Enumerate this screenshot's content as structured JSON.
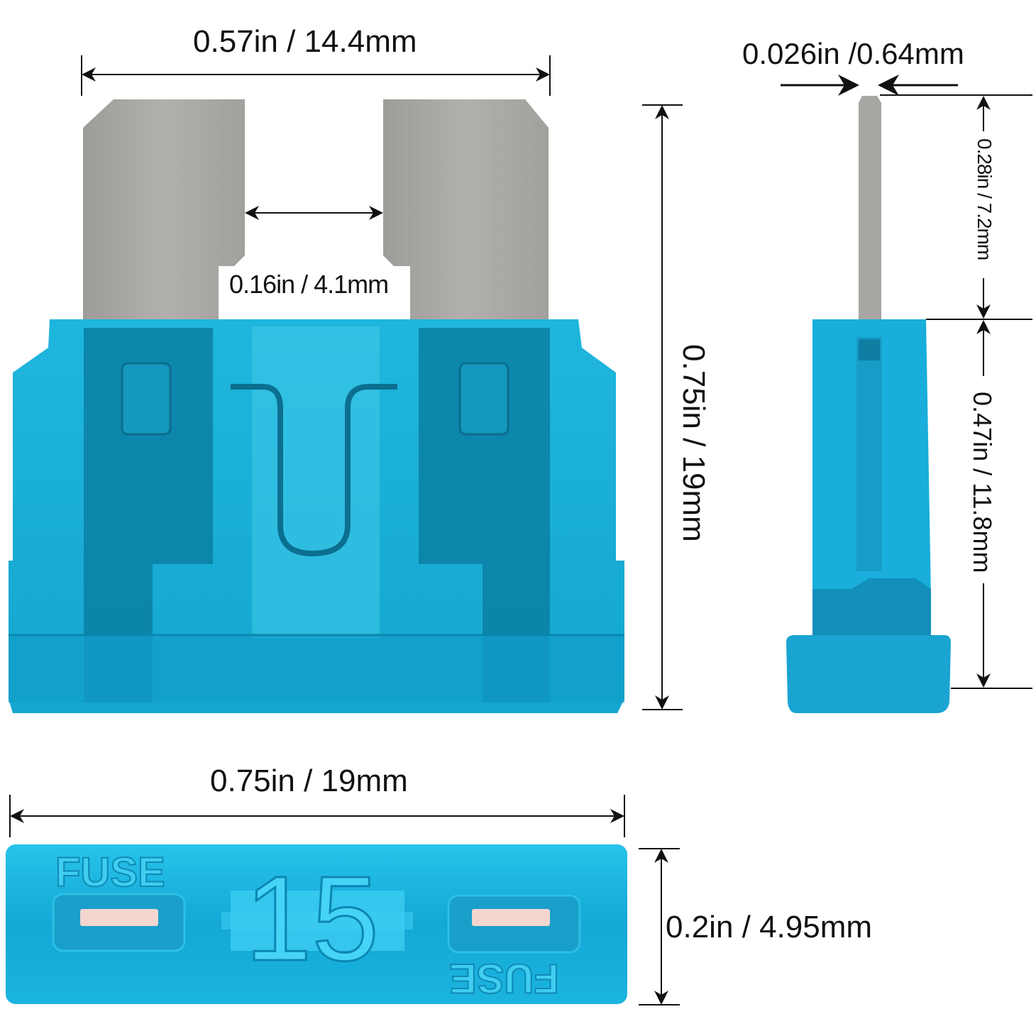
{
  "diagram": {
    "subject": "Standard blade fuse dimensions",
    "colors": {
      "fuse_body": "#19b4dc",
      "fuse_dark": "#0a7fa3",
      "fuse_light": "#3fd2f2",
      "blade_metal": "#a8a6a2",
      "dimension_line": "#111111",
      "background": "#ffffff"
    },
    "front_view": {
      "overall_width_label": "0.57in / 14.4mm",
      "blade_gap_label": "0.16in / 4.1mm",
      "overall_height_label": "0.75in / 19mm"
    },
    "side_view": {
      "blade_thickness_label": "0.026in /0.64mm",
      "blade_length_label": "0.28in / 7.2mm",
      "body_height_label": "0.47in / 11.8mm"
    },
    "top_view": {
      "length_label": "0.75in / 19mm",
      "thickness_label": "0.2in / 4.95mm",
      "rating": "15",
      "marking_top_left": "FUSE",
      "marking_bottom_right": "FUSE"
    }
  }
}
